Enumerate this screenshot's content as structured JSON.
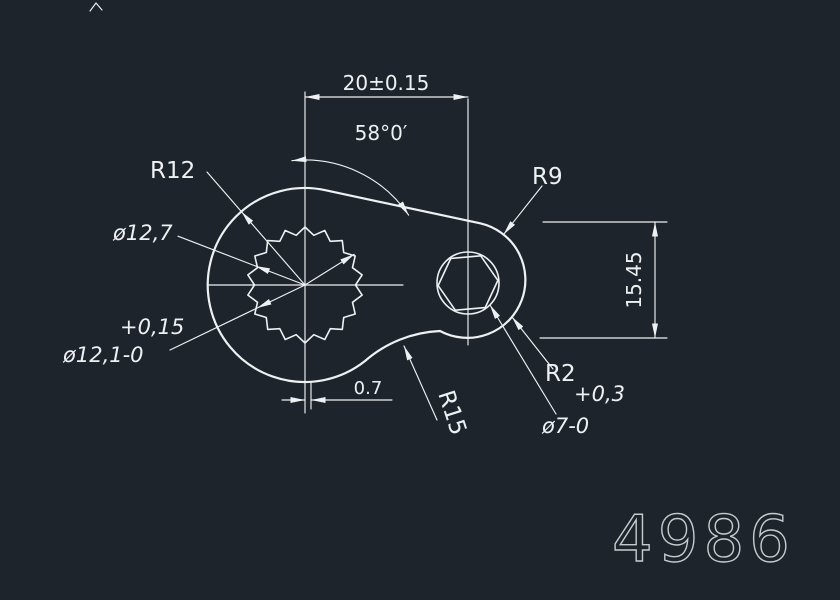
{
  "canvas": {
    "background": "#1d242b",
    "line_color": "#eef1f3",
    "part_number_color": "#c7cbce"
  },
  "labels": {
    "dim_width": "20±0.15",
    "dim_angle": "58°0′",
    "radius_outer": "R12",
    "radius_boss": "R9",
    "dia_spline_outer": "ø12,7",
    "tol_spline": "+0,15",
    "dia_spline_inner": "ø12,1-0",
    "dim_offset": "0.7",
    "radius_fillet": "R15",
    "radius_edge": "R2",
    "tol_hex": "+0,3",
    "dia_hex": "ø7-0",
    "dim_height": "15.45",
    "part_number": "4986"
  }
}
